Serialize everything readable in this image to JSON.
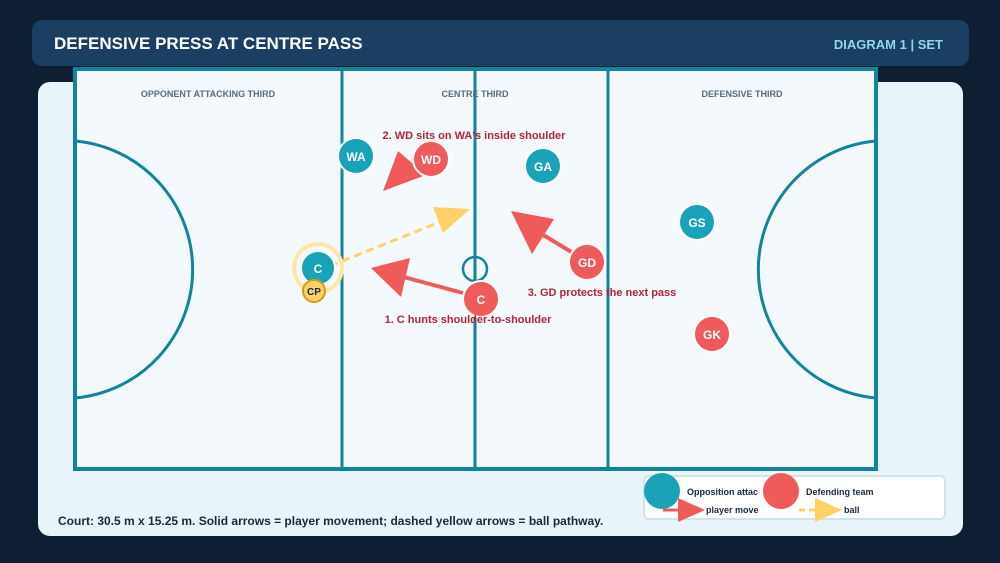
{
  "header": {
    "title": "DEFENSIVE PRESS AT CENTRE PASS",
    "tag": "DIAGRAM 1 | SET"
  },
  "zones": {
    "left": "OPPONENT ATTACKING THIRD",
    "centre": "CENTRE THIRD",
    "right": "DEFENSIVE THIRD"
  },
  "players": {
    "wa": "WA",
    "wd": "WD",
    "ga": "GA",
    "gs": "GS",
    "c_attack": "C",
    "cp": "CP",
    "c_defend": "C",
    "gd": "GD",
    "gk": "GK"
  },
  "annotations": {
    "wd_note": "2. WD sits on WA's inside shoulder",
    "gd_note": "3. GD protects the next pass",
    "c_note": "1. C hunts shoulder-to-shoulder"
  },
  "legend": {
    "attack": "Opposition attac",
    "defend": "Defending team",
    "move": "player move",
    "ball": "ball"
  },
  "footnote": "Court: 30.5 m x 15.25 m. Solid arrows = player movement; dashed yellow arrows = ball pathway.",
  "colors": {
    "attack": "#1aa2b8",
    "defend": "#ef5b5b",
    "ball": "#ffd166",
    "court_line": "#13849c",
    "annotation": "#b3243a"
  }
}
